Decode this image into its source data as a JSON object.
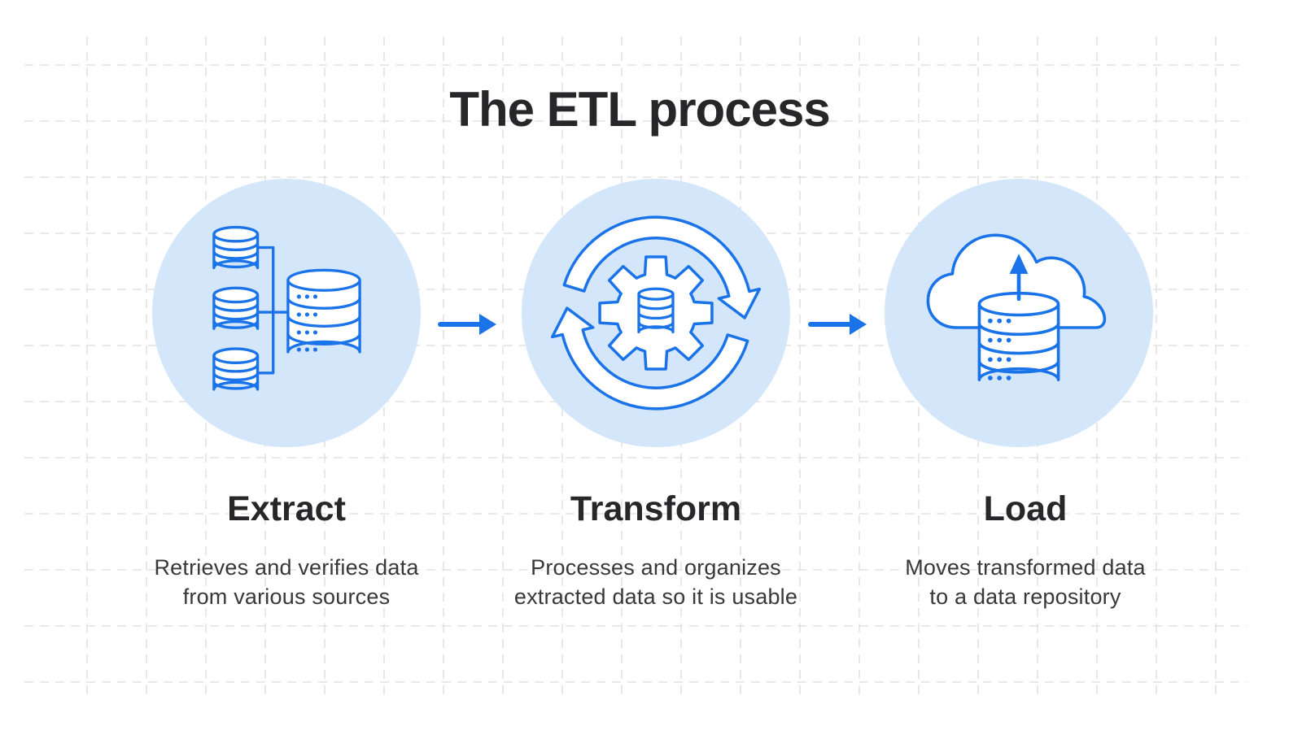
{
  "title": "The ETL process",
  "steps": [
    {
      "id": "extract",
      "label": "Extract",
      "description_lines": [
        "Retrieves and verifies data",
        "from various sources"
      ],
      "icon": "databases-to-server-icon"
    },
    {
      "id": "transform",
      "label": "Transform",
      "description_lines": [
        "Processes and organizes",
        "extracted data so it is usable"
      ],
      "icon": "gear-sync-arrows-icon"
    },
    {
      "id": "load",
      "label": "Load",
      "description_lines": [
        "Moves transformed data",
        "to a data repository"
      ],
      "icon": "cloud-upload-database-icon"
    }
  ],
  "connectors": [
    {
      "id": "extract-to-transform",
      "icon": "right-arrow-icon"
    },
    {
      "id": "transform-to-load",
      "icon": "right-arrow-icon"
    }
  ],
  "colors": {
    "accent_blue": "#1a73e8",
    "circle_fill": "#d4e6fa",
    "icon_fill": "#ffffff",
    "title_text": "#27272a",
    "body_text": "#38383b",
    "grid_line": "#dcdcdc",
    "background": "#ffffff"
  }
}
